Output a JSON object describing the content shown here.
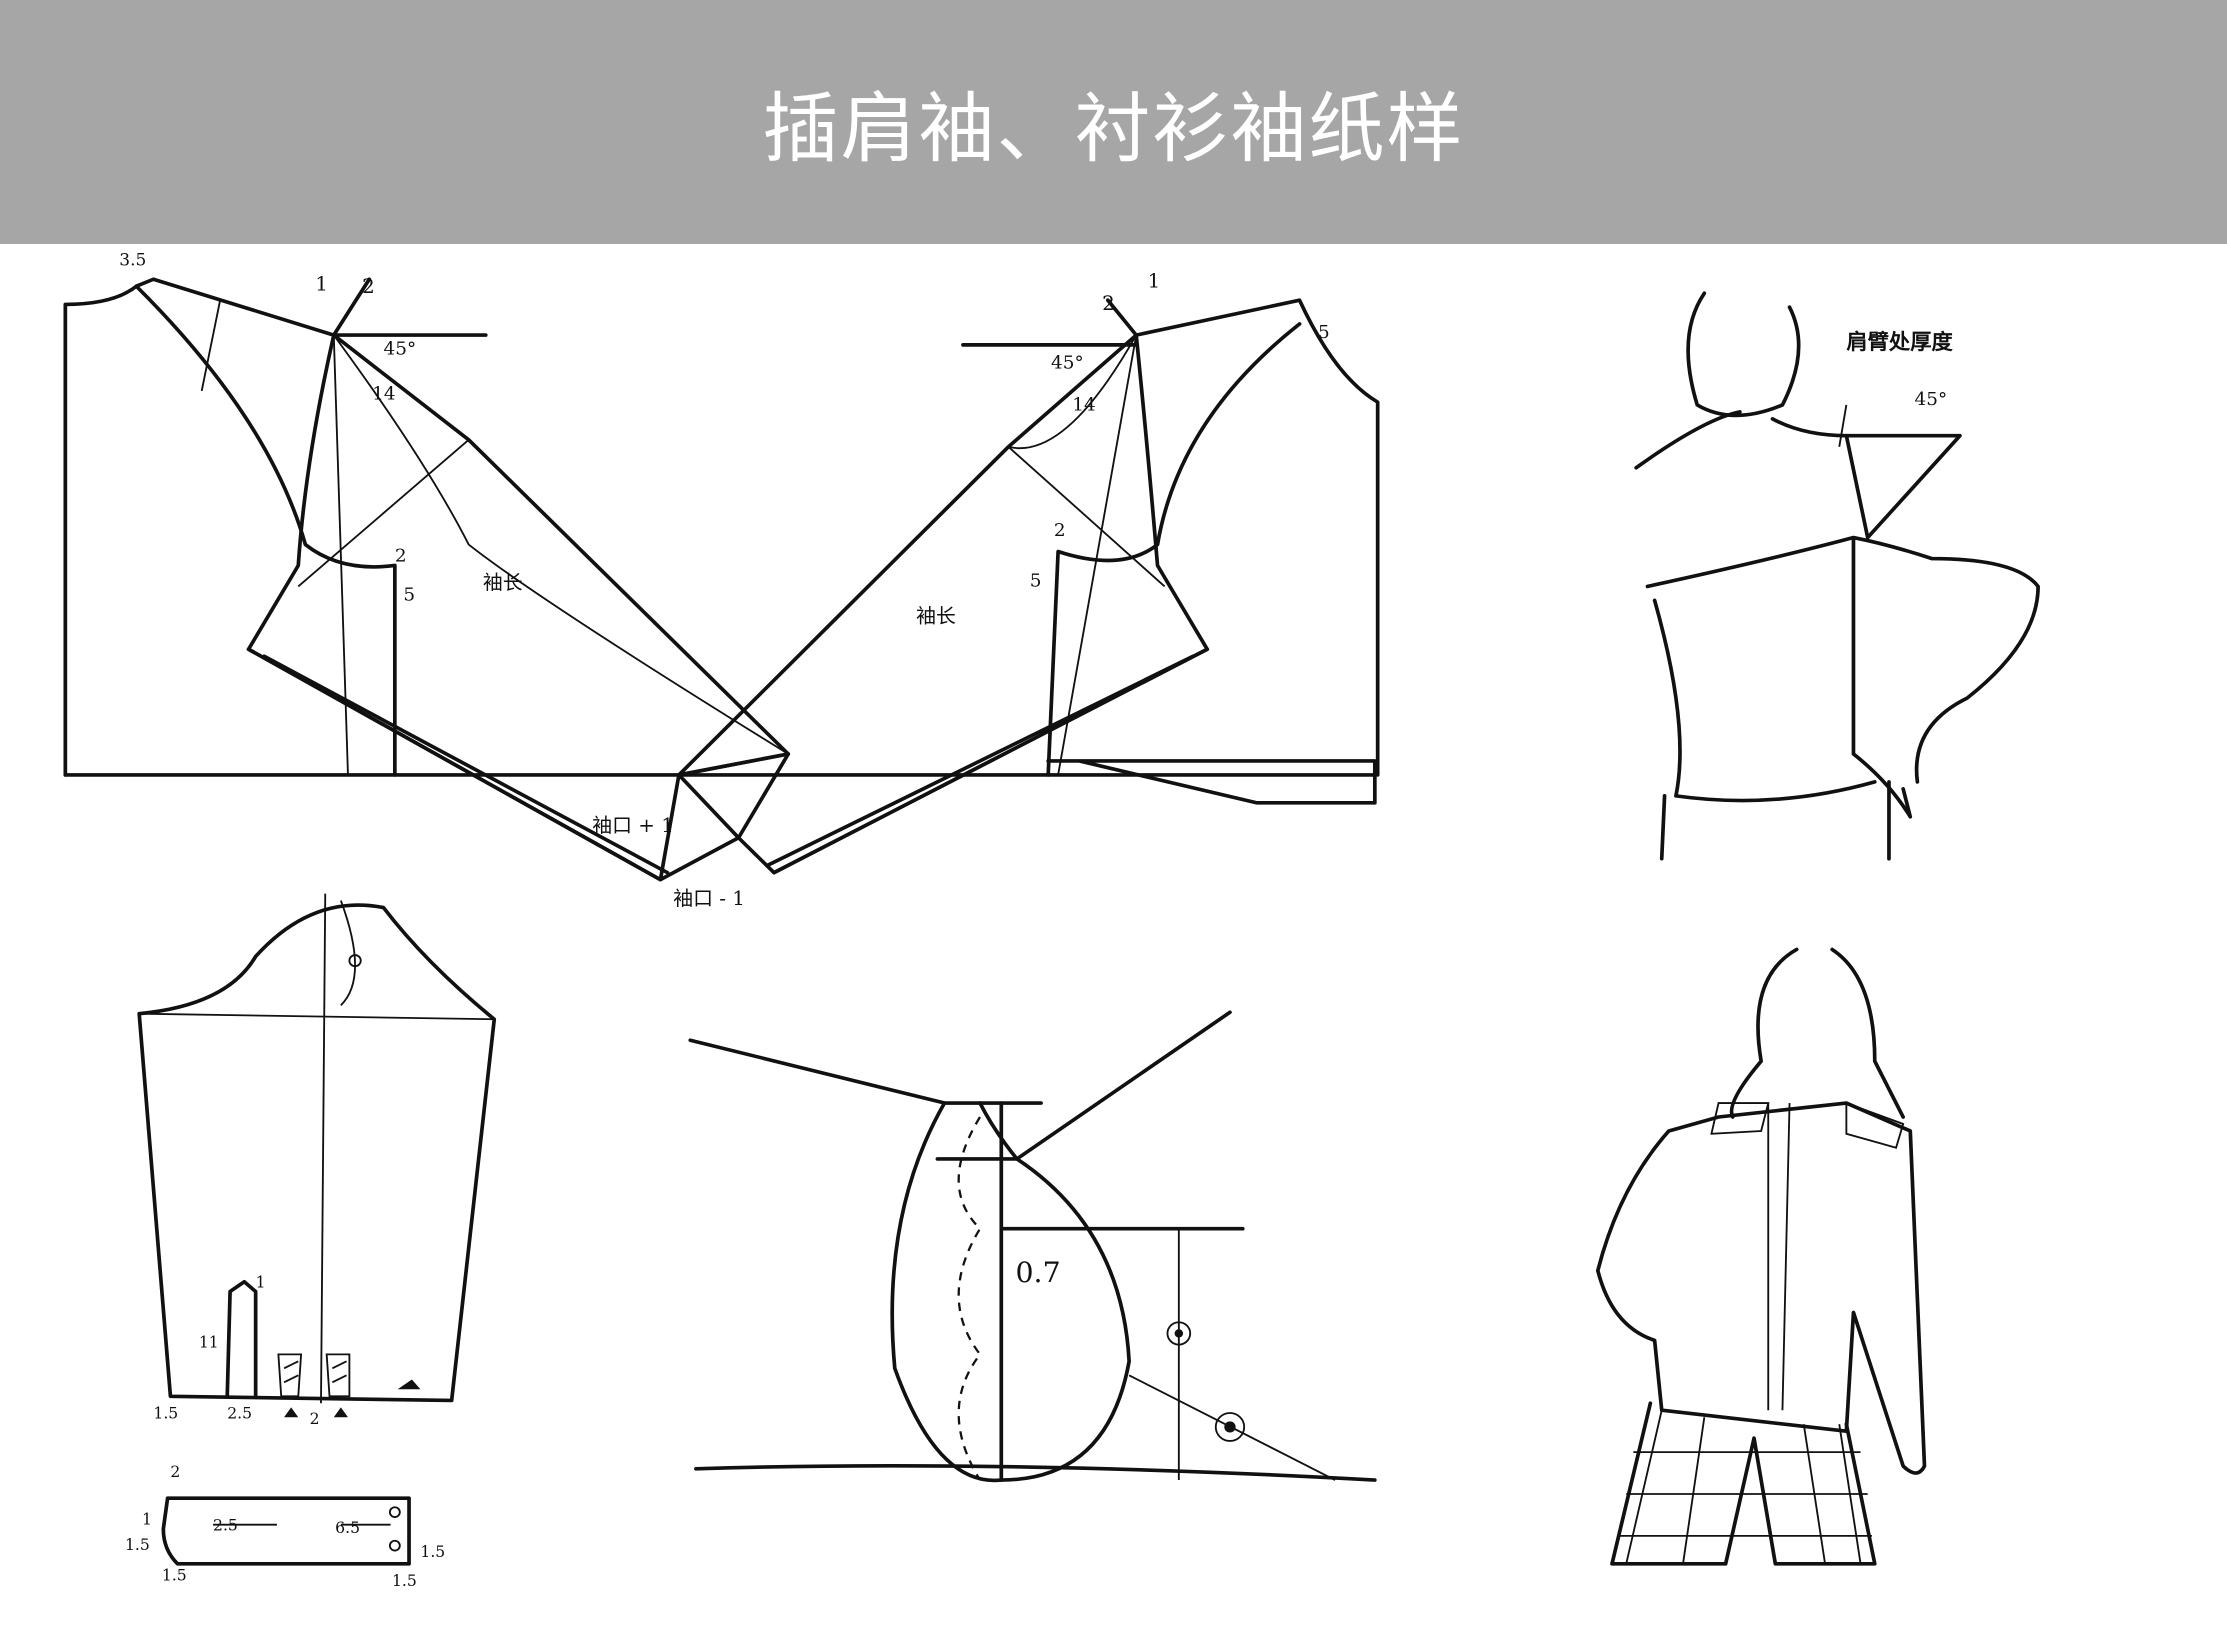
{
  "header": {
    "title": "插肩袖、衬衫袖纸样",
    "background": "#a6a6a6"
  },
  "raglan_draft": {
    "left": {
      "neck_drop": "3.5",
      "raise": "1",
      "offset": "2",
      "angle": "45°",
      "length_14": "14",
      "underarm_2": "2",
      "underarm_5": "5",
      "sleeve_length": "袖长"
    },
    "right": {
      "raise": "1",
      "offset": "2",
      "angle": "45°",
      "length_14": "14",
      "shoulder_5": "5",
      "underarm_2": "2",
      "underarm_5": "5",
      "sleeve_length": "袖长"
    },
    "cuff_plus": "袖口 + 1",
    "cuff_minus": "袖口 - 1"
  },
  "shoulder_figure": {
    "label": "肩臂处厚度",
    "angle": "45°"
  },
  "shirt_sleeve": {
    "placket_top": "1",
    "placket_len": "11",
    "left_margin": "1.5",
    "placket_width": "2.5",
    "pleat_gap": "2"
  },
  "cuff": {
    "top": "2",
    "left_a": "1",
    "left_b": "1.5",
    "button_pos": "2.5",
    "width": "6.5",
    "right": "1.5",
    "bottom_left": "1.5",
    "bottom_right": "1.5"
  },
  "armhole_detail": {
    "value": "0.7"
  }
}
